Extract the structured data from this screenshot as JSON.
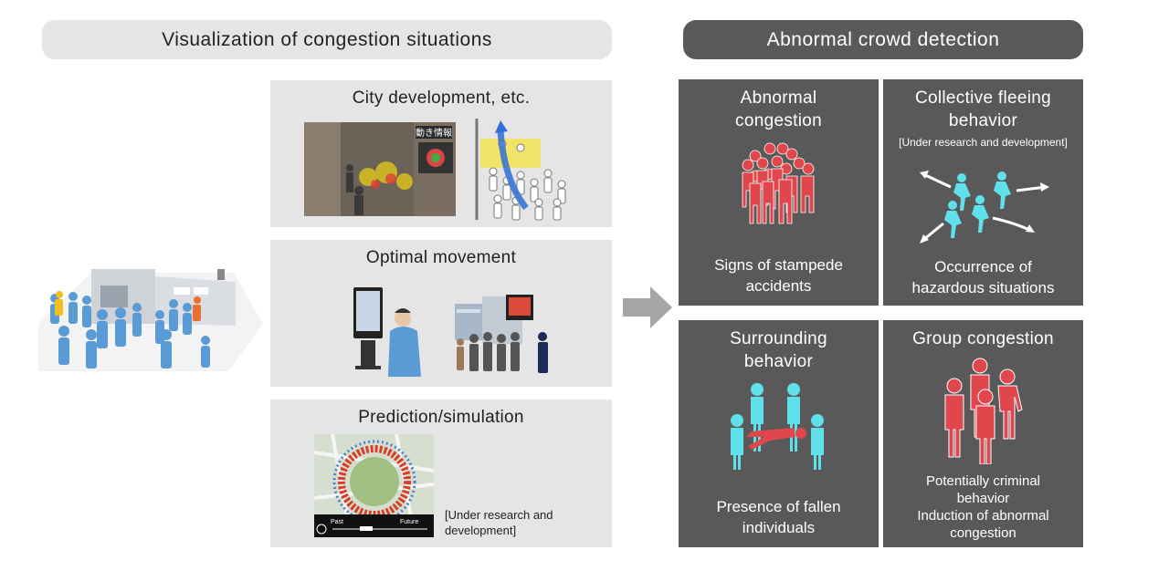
{
  "left_header": "Visualization of congestion situations",
  "right_header": "Abnormal crowd detection",
  "panels": {
    "city": {
      "title": "City development, etc.",
      "sign_text": "動き情報"
    },
    "movement": {
      "title": "Optimal movement"
    },
    "prediction": {
      "title": "Prediction/simulation",
      "note_line1": "[Under research and",
      "note_line2": "development]",
      "timeline_past": "Past",
      "timeline_future": "Future"
    }
  },
  "boxes": {
    "abnormal": {
      "title_line1": "Abnormal",
      "title_line2": "congestion",
      "caption_line1": "Signs of stampede",
      "caption_line2": "accidents"
    },
    "fleeing": {
      "title_line1": "Collective fleeing",
      "title_line2": "behavior",
      "note": "[Under research and development]",
      "caption_line1": "Occurrence of",
      "caption_line2": "hazardous situations"
    },
    "surrounding": {
      "title_line1": "Surrounding",
      "title_line2": "behavior",
      "caption_line1": "Presence of fallen",
      "caption_line2": "individuals"
    },
    "group": {
      "title_line1": "Group congestion",
      "caption_line1": "Potentially criminal",
      "caption_line2": "behavior",
      "caption_line3": "Induction of abnormal",
      "caption_line4": "congestion"
    }
  },
  "colors": {
    "panel_gray": "#e5e5e5",
    "box_dark": "#595959",
    "red": "#e0474c",
    "cyan": "#5fe0ea",
    "arrow_gray": "#a6a6a6"
  }
}
